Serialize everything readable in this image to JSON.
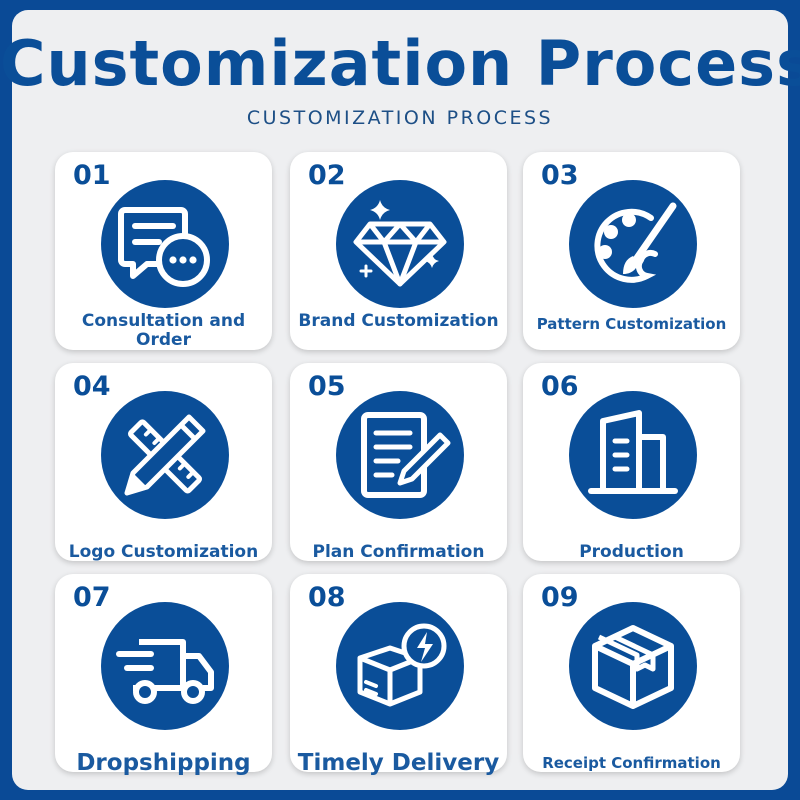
{
  "header": {
    "title": "Customization Process",
    "subtitle": "CUSTOMIZATION PROCESS"
  },
  "steps": [
    {
      "number": "01",
      "label": "Consultation and Order",
      "icon": "chat-bubbles-icon"
    },
    {
      "number": "02",
      "label": "Brand Customization",
      "icon": "diamond-icon"
    },
    {
      "number": "03",
      "label": "Pattern Customization",
      "icon": "palette-icon"
    },
    {
      "number": "04",
      "label": "Logo Customization",
      "icon": "pencil-ruler-icon"
    },
    {
      "number": "05",
      "label": "Plan Confirmation",
      "icon": "document-pen-icon"
    },
    {
      "number": "06",
      "label": "Production",
      "icon": "building-icon"
    },
    {
      "number": "07",
      "label": "Dropshipping",
      "icon": "delivery-truck-icon"
    },
    {
      "number": "08",
      "label": "Timely Delivery",
      "icon": "fast-box-icon"
    },
    {
      "number": "09",
      "label": "Receipt Confirmation",
      "icon": "package-icon"
    }
  ],
  "colors": {
    "background": "#0a4a96",
    "panel": "#eeeff1",
    "accent": "#0a4e98",
    "card": "#ffffff"
  }
}
